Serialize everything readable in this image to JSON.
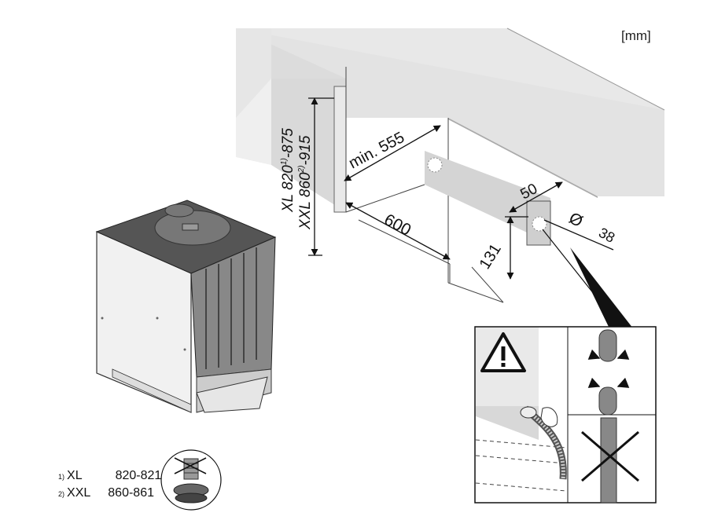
{
  "unit_label": "[mm]",
  "dimensions": {
    "height_xl": "XL  820",
    "height_xl_sup": "1)",
    "height_xl_end": "-875",
    "height_xxl": "XXL 860",
    "height_xxl_sup": "2)",
    "height_xxl_end": "-915",
    "depth_min": "min. 555",
    "width": "600",
    "hole_offset": "50",
    "hole_height": "131",
    "hole_diameter_symbol": "Ø",
    "hole_diameter": "38"
  },
  "footnotes": [
    {
      "marker": "1)",
      "variant": "XL",
      "range": "820-821"
    },
    {
      "marker": "2)",
      "variant": "XXL",
      "range": "860-861"
    }
  ],
  "colors": {
    "panel": "#e3e3e3",
    "line": "#111111",
    "appliance_dark": "#555555",
    "appliance_light": "#eeeeee"
  }
}
